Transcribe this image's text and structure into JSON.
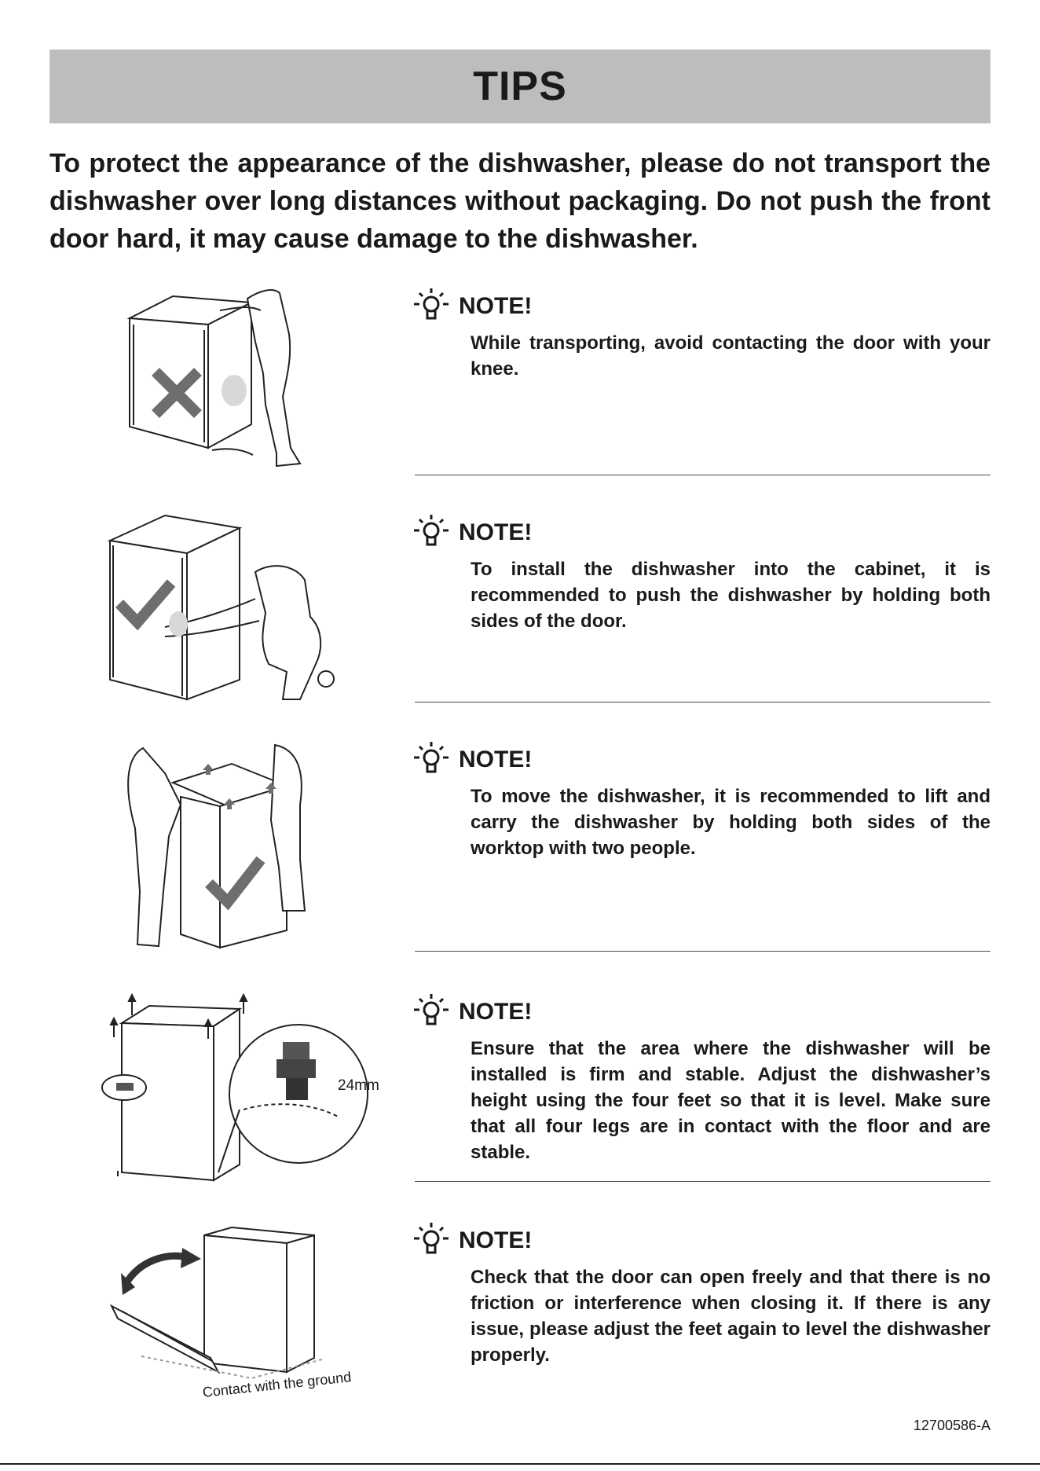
{
  "header": {
    "title": "TIPS"
  },
  "intro": "To protect the appearance of the dishwasher, please do not transport the dishwasher over long distances without packaging. Do not push the front door hard, it may cause damage to the dishwasher.",
  "notes": [
    {
      "label": "NOTE!",
      "text": "While transporting, avoid contacting the door with your knee.",
      "figure_mark": "cross"
    },
    {
      "label": "NOTE!",
      "text": "To install the dishwasher into the cabinet, it is recommended to push the dishwasher by holding both sides of the door.",
      "figure_mark": "check"
    },
    {
      "label": "NOTE!",
      "text": "To move the dishwasher, it is recommended to lift and carry the dishwasher by holding both sides of the worktop with two people.",
      "figure_mark": "check"
    },
    {
      "label": "NOTE!",
      "text": "Ensure that the area where the dishwasher will be installed is firm and stable. Adjust the dishwasher’s height using the four feet so that it is level. Make sure that all four legs are in contact with the floor and are stable.",
      "figure_label": "24mm"
    },
    {
      "label": "NOTE!",
      "text": "Check that the door can open freely and that there is no friction or interference when closing it. If there is any issue, please adjust the feet again to level the dishwasher properly.",
      "figure_label": "Contact with the ground"
    }
  ],
  "footer": {
    "code": "12700586-A"
  },
  "colors": {
    "title_bar": "#bdbdbd",
    "mark_gray": "#6e6e6e",
    "text": "#1a1a1a"
  }
}
